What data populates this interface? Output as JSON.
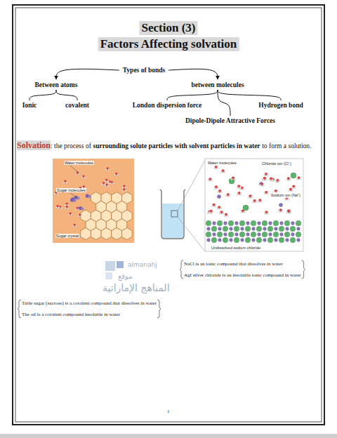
{
  "diagram": {
    "title": "Section (3)",
    "nodes": [
      {
        "text": [
          "Types of bonds"
        ]
      },
      {
        "text": [
          "Between atoms"
        ]
      },
      {
        "text": [
          "between molecules"
        ]
      },
      {
        "text": [
          "Ionic"
        ]
      },
      {
        "text": [
          "covalent"
        ]
      },
      {
        "text": [
          "London dispersion force"
        ]
      },
      {
        "text": [
          "Dipole-Dipole Attractive Forces"
        ]
      },
      {
        "text": [
          "Hydrogen bond"
        ]
      }
    ],
    "edges": [
      {
        "from": 0,
        "to": 1,
        "arrow": "to"
      },
      {
        "from": 0,
        "to": 2,
        "arrow": "to"
      },
      {
        "from": 1,
        "to": 3,
        "arrow": "none"
      },
      {
        "from": 1,
        "to": 4,
        "arrow": "none"
      },
      {
        "from": 2,
        "to": 5,
        "arrow": "none"
      },
      {
        "from": 2,
        "to": 6,
        "arrow": "none"
      },
      {
        "from": 2,
        "to": 7,
        "arrow": "none"
      }
    ],
    "labels": [
      "Factors Affecting solvation",
      "Solvation",
      ": the process of",
      "surrounding solute particles with solvent particles in water",
      "to form a solution.",
      "Water molecules",
      "Sugar molecules",
      "Sugar crystal",
      "Water molecules",
      "Chloride ion (Cl⁻)",
      "Sodium ion (Na⁺)",
      "Undissolved sodium chloride",
      "almanahj",
      "موقع",
      "المناهج الإماراتية",
      "NaCl is an ionic compound that dissolves in water",
      "AgI silver chloride is an insoluble ionic compound in water",
      "Table sugar (sucrose) is a covalent compound that dissolves in water",
      "The oil is a covalent compound insoluble in water",
      "1"
    ]
  }
}
